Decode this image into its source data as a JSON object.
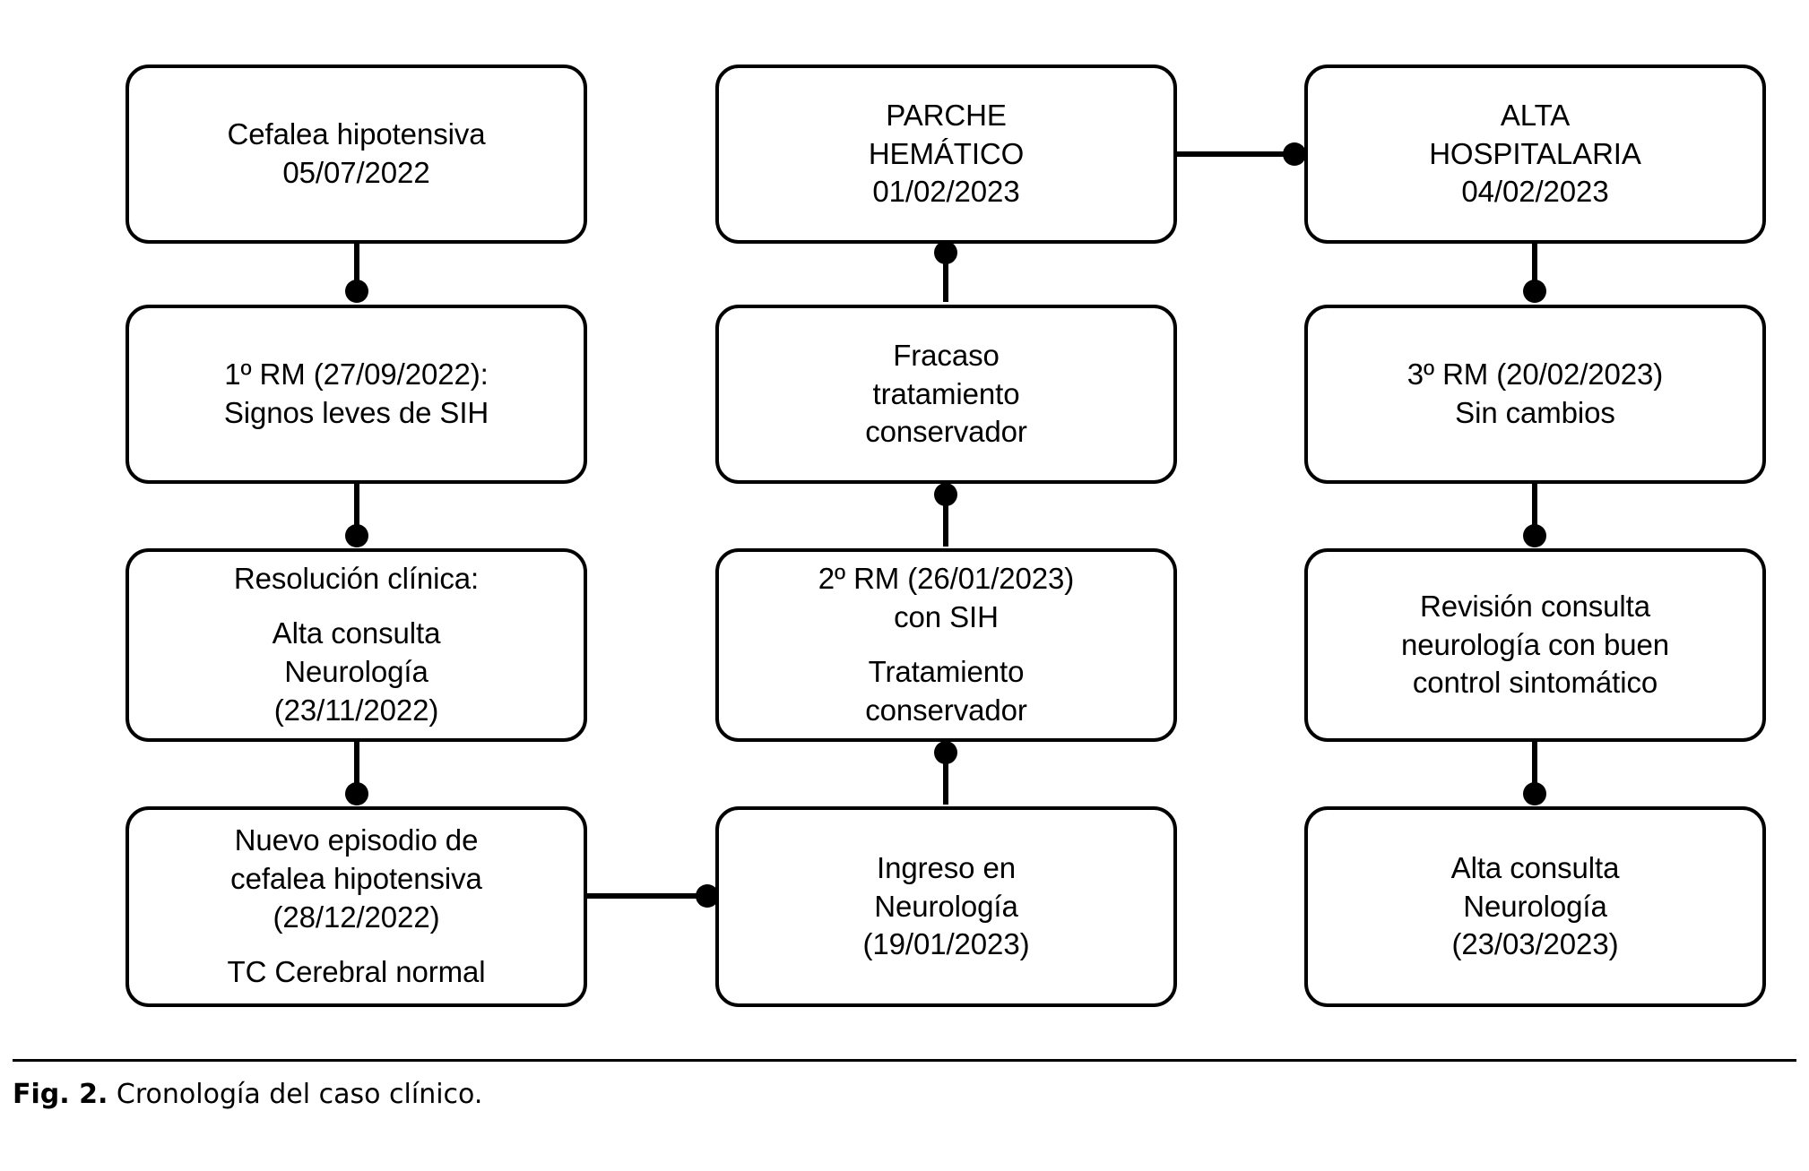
{
  "figure": {
    "caption_label": "Fig. 2.",
    "caption_text": "Cronología del caso clínico.",
    "stroke_color": "#000000",
    "background_color": "#ffffff"
  },
  "columns": [
    {
      "id": "col-1",
      "nodes": [
        {
          "id": "cefalea-hipotensiva",
          "lines": [
            "Cefalea hipotensiva",
            "05/07/2022"
          ]
        },
        {
          "id": "primera-rm",
          "lines": [
            "1º RM (27/09/2022):",
            "Signos leves de SIH"
          ]
        },
        {
          "id": "resolucion-clinica",
          "lines": [
            "Resolución clínica:",
            "",
            "Alta consulta",
            "Neurología",
            "(23/11/2022)"
          ]
        },
        {
          "id": "nuevo-episodio",
          "lines": [
            "Nuevo episodio de",
            "cefalea hipotensiva",
            "(28/12/2022)",
            "",
            "TC Cerebral normal"
          ]
        }
      ]
    },
    {
      "id": "col-2",
      "nodes": [
        {
          "id": "parche-hematico",
          "lines": [
            "PARCHE",
            "HEMÁTICO",
            "01/02/2023"
          ]
        },
        {
          "id": "fracaso-tratamiento",
          "lines": [
            "Fracaso",
            "tratamiento",
            "conservador"
          ]
        },
        {
          "id": "segunda-rm",
          "lines": [
            "2º RM (26/01/2023)",
            "con SIH",
            "",
            "Tratamiento",
            "conservador"
          ]
        },
        {
          "id": "ingreso-neurologia",
          "lines": [
            "Ingreso en",
            "Neurología",
            "(19/01/2023)"
          ]
        }
      ]
    },
    {
      "id": "col-3",
      "nodes": [
        {
          "id": "alta-hospitalaria",
          "lines": [
            "ALTA",
            "HOSPITALARIA",
            "04/02/2023"
          ]
        },
        {
          "id": "tercera-rm",
          "lines": [
            "3º RM (20/02/2023)",
            "Sin cambios"
          ]
        },
        {
          "id": "revision-consulta",
          "lines": [
            "Revisión consulta",
            "neurología con buen",
            "control sintomático"
          ]
        },
        {
          "id": "alta-consulta",
          "lines": [
            "Alta consulta",
            "Neurología",
            "(23/03/2023)"
          ]
        }
      ]
    }
  ],
  "connectors": [
    {
      "id": "c1-n1-to-n2",
      "orientation": "vertical"
    },
    {
      "id": "c1-n2-to-n3",
      "orientation": "vertical"
    },
    {
      "id": "c1-n3-to-n4",
      "orientation": "vertical"
    },
    {
      "id": "c1-n4-to-c2-n4",
      "orientation": "horizontal"
    },
    {
      "id": "c2-n4-to-n3",
      "orientation": "vertical"
    },
    {
      "id": "c2-n3-to-n2",
      "orientation": "vertical"
    },
    {
      "id": "c2-n2-to-n1",
      "orientation": "vertical"
    },
    {
      "id": "c2-n1-to-c3-n1",
      "orientation": "horizontal"
    },
    {
      "id": "c3-n1-to-n2",
      "orientation": "vertical"
    },
    {
      "id": "c3-n2-to-n3",
      "orientation": "vertical"
    },
    {
      "id": "c3-n3-to-n4",
      "orientation": "vertical"
    }
  ]
}
